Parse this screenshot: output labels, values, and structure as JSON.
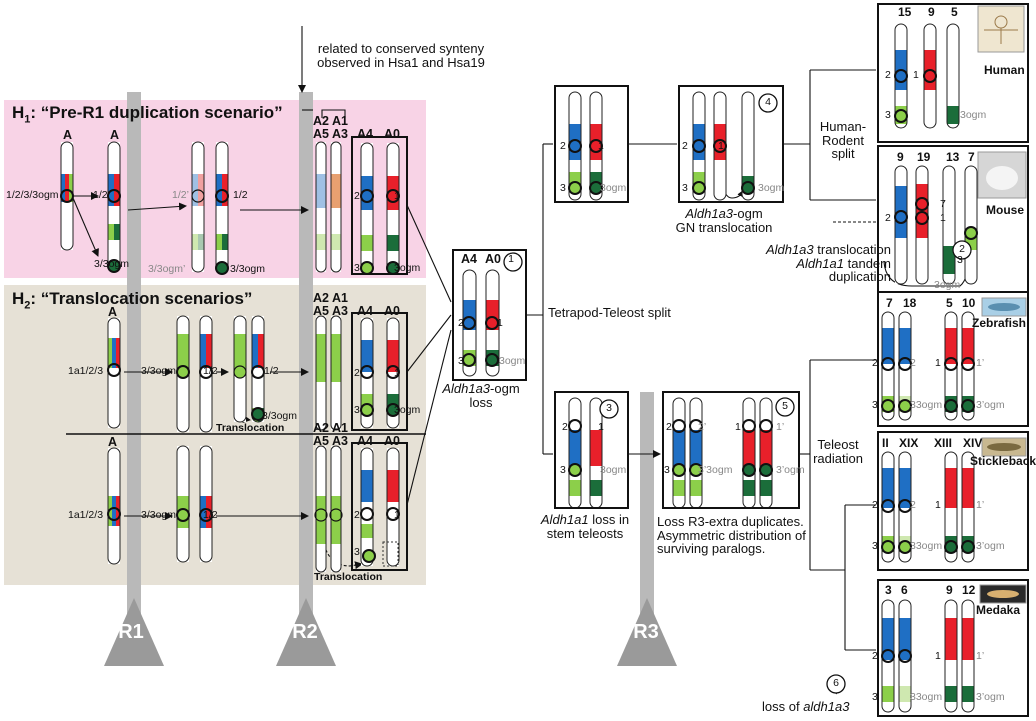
{
  "top_note": [
    "related to conserved synteny",
    "observed in Hsa1 and Hsa19"
  ],
  "h1": {
    "prefix": "H",
    "sub": "1",
    "title": ": “Pre-R1 duplication scenario”"
  },
  "h2": {
    "prefix": "H",
    "sub": "2",
    "title": ": “Translocation scenarios”"
  },
  "rounds": {
    "r1": "R1",
    "r2": "R2",
    "r3": "R3"
  },
  "chrom_labels": {
    "a": "A",
    "a2a1": "A2 A1",
    "a5a3": "A5 A3",
    "a4": "A4",
    "a0": "A0"
  },
  "loci": {
    "l1233ogm": "1/2/3/3ogm",
    "l12": "1/2",
    "l12p": "1/2’",
    "l33ogm": "3/3ogm",
    "l33ogmp": "3/3ogm’",
    "l1a123": "1a1/2/3",
    "n1": "1",
    "n2": "2",
    "n3": "3",
    "n7": "7",
    "p1": "1’",
    "p2": "2’",
    "ogm3": "3ogm",
    "ogm3p": "3’ogm",
    "ogm33": "33ogm",
    "ogm3p3": "3’3ogm"
  },
  "translocation": "Translocation",
  "steps": {
    "s1": "1",
    "s2": "2",
    "s3": "3",
    "s4": "4",
    "s5": "5",
    "s6": "6"
  },
  "events": {
    "aldh1a3": "Aldh1a3",
    "ogm_suffix": "-ogm",
    "loss": "loss",
    "gn_translocation": "GN translocation",
    "tetrapod_teleost_split": "Tetrapod-Teleost split",
    "human_rodent_split": [
      "Human-",
      "Rodent",
      "split"
    ],
    "mouse_translocation": "translocation",
    "aldh1a1": "Aldh1a1",
    "tandem": "tandem",
    "duplication": "duplication",
    "loss_in": "loss in",
    "stem_teleosts": "stem teleosts",
    "r3_note": [
      "Loss R3-extra duplicates.",
      "Asymmetric distribution of",
      "surviving paralogs."
    ],
    "teleost_radiation": [
      "Teleost",
      "radiation"
    ],
    "loss_of": "loss of ",
    "aldh1a3_lower": "aldh1a3"
  },
  "species": {
    "human": {
      "name": "Human",
      "chroms": [
        "15",
        "9",
        "5"
      ]
    },
    "mouse": {
      "name": "Mouse",
      "chroms": [
        "9",
        "19",
        "13",
        "7"
      ]
    },
    "zebrafish": {
      "name": "Zebrafish",
      "chroms": [
        "7",
        "18",
        "5",
        "10"
      ]
    },
    "stickleback": {
      "name": "Stickleback",
      "chroms": [
        "II",
        "XIX",
        "XIII",
        "XIV"
      ]
    },
    "medaka": {
      "name": "Medaka",
      "chroms": [
        "3",
        "6",
        "9",
        "12"
      ]
    }
  },
  "colors": {
    "h1_bg": "#f8d3e6",
    "h2_bg": "#e6e1d6",
    "blue": "#1f6fc4",
    "red": "#e8202a",
    "light_green": "#8ccf4a",
    "dark_green": "#1b6d3a",
    "round_bar": "#b9b9b9"
  }
}
